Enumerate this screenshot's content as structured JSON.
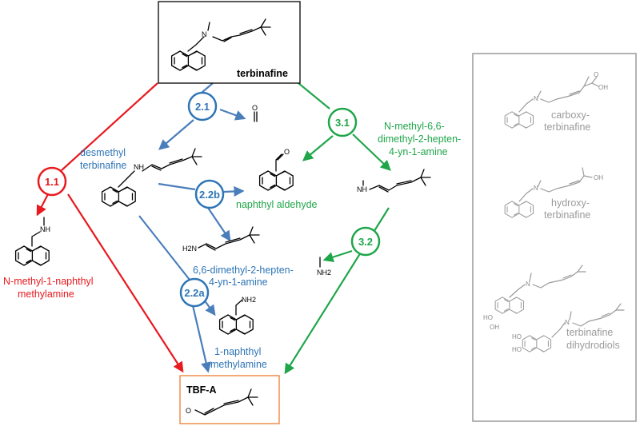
{
  "colors": {
    "red": "#e8191f",
    "blue": "#2e75b6",
    "green": "#1fa64a",
    "arrow_blue": "#4a7ebb",
    "grey": "#9a9a9a",
    "orange": "#ed7d31"
  },
  "center": {
    "name": "terbinafine"
  },
  "steps": {
    "s11": "1.1",
    "s21": "2.1",
    "s22b": "2.2b",
    "s22a": "2.2a",
    "s31": "3.1",
    "s32": "3.2"
  },
  "labels": {
    "desmethyl_1": "desmethyl",
    "desmethyl_2": "terbinafine",
    "naphthyl_aldehyde": "naphthyl aldehyde",
    "nmethyl_hept_1": "N-methyl-6,6-",
    "nmethyl_hept_2": "dimethyl-2-hepten-",
    "nmethyl_hept_3": "4-yn-1-amine",
    "dimethyl_hept_1": "6,6-dimethyl-2-hepten-",
    "dimethyl_hept_2": "4-yn-1-amine",
    "nmethyl_naph_1": "N-methyl-1-naphthyl",
    "nmethyl_naph_2": "methylamine",
    "naph_methylamine_1": "1-naphthyl",
    "naph_methylamine_2": "methylamine",
    "tbfa": "TBF-A"
  },
  "side_panel": {
    "carboxy_1": "carboxy-",
    "carboxy_2": "terbinafine",
    "hydroxy_1": "hydroxy-",
    "hydroxy_2": "terbinafine",
    "dihydro_1": "terbinafine",
    "dihydro_2": "dihydrodiols"
  },
  "atoms": {
    "N": "N",
    "NH": "NH",
    "NH2": "NH2",
    "H2N": "H2N",
    "O": "O",
    "OH": "OH",
    "HO": "HO"
  }
}
